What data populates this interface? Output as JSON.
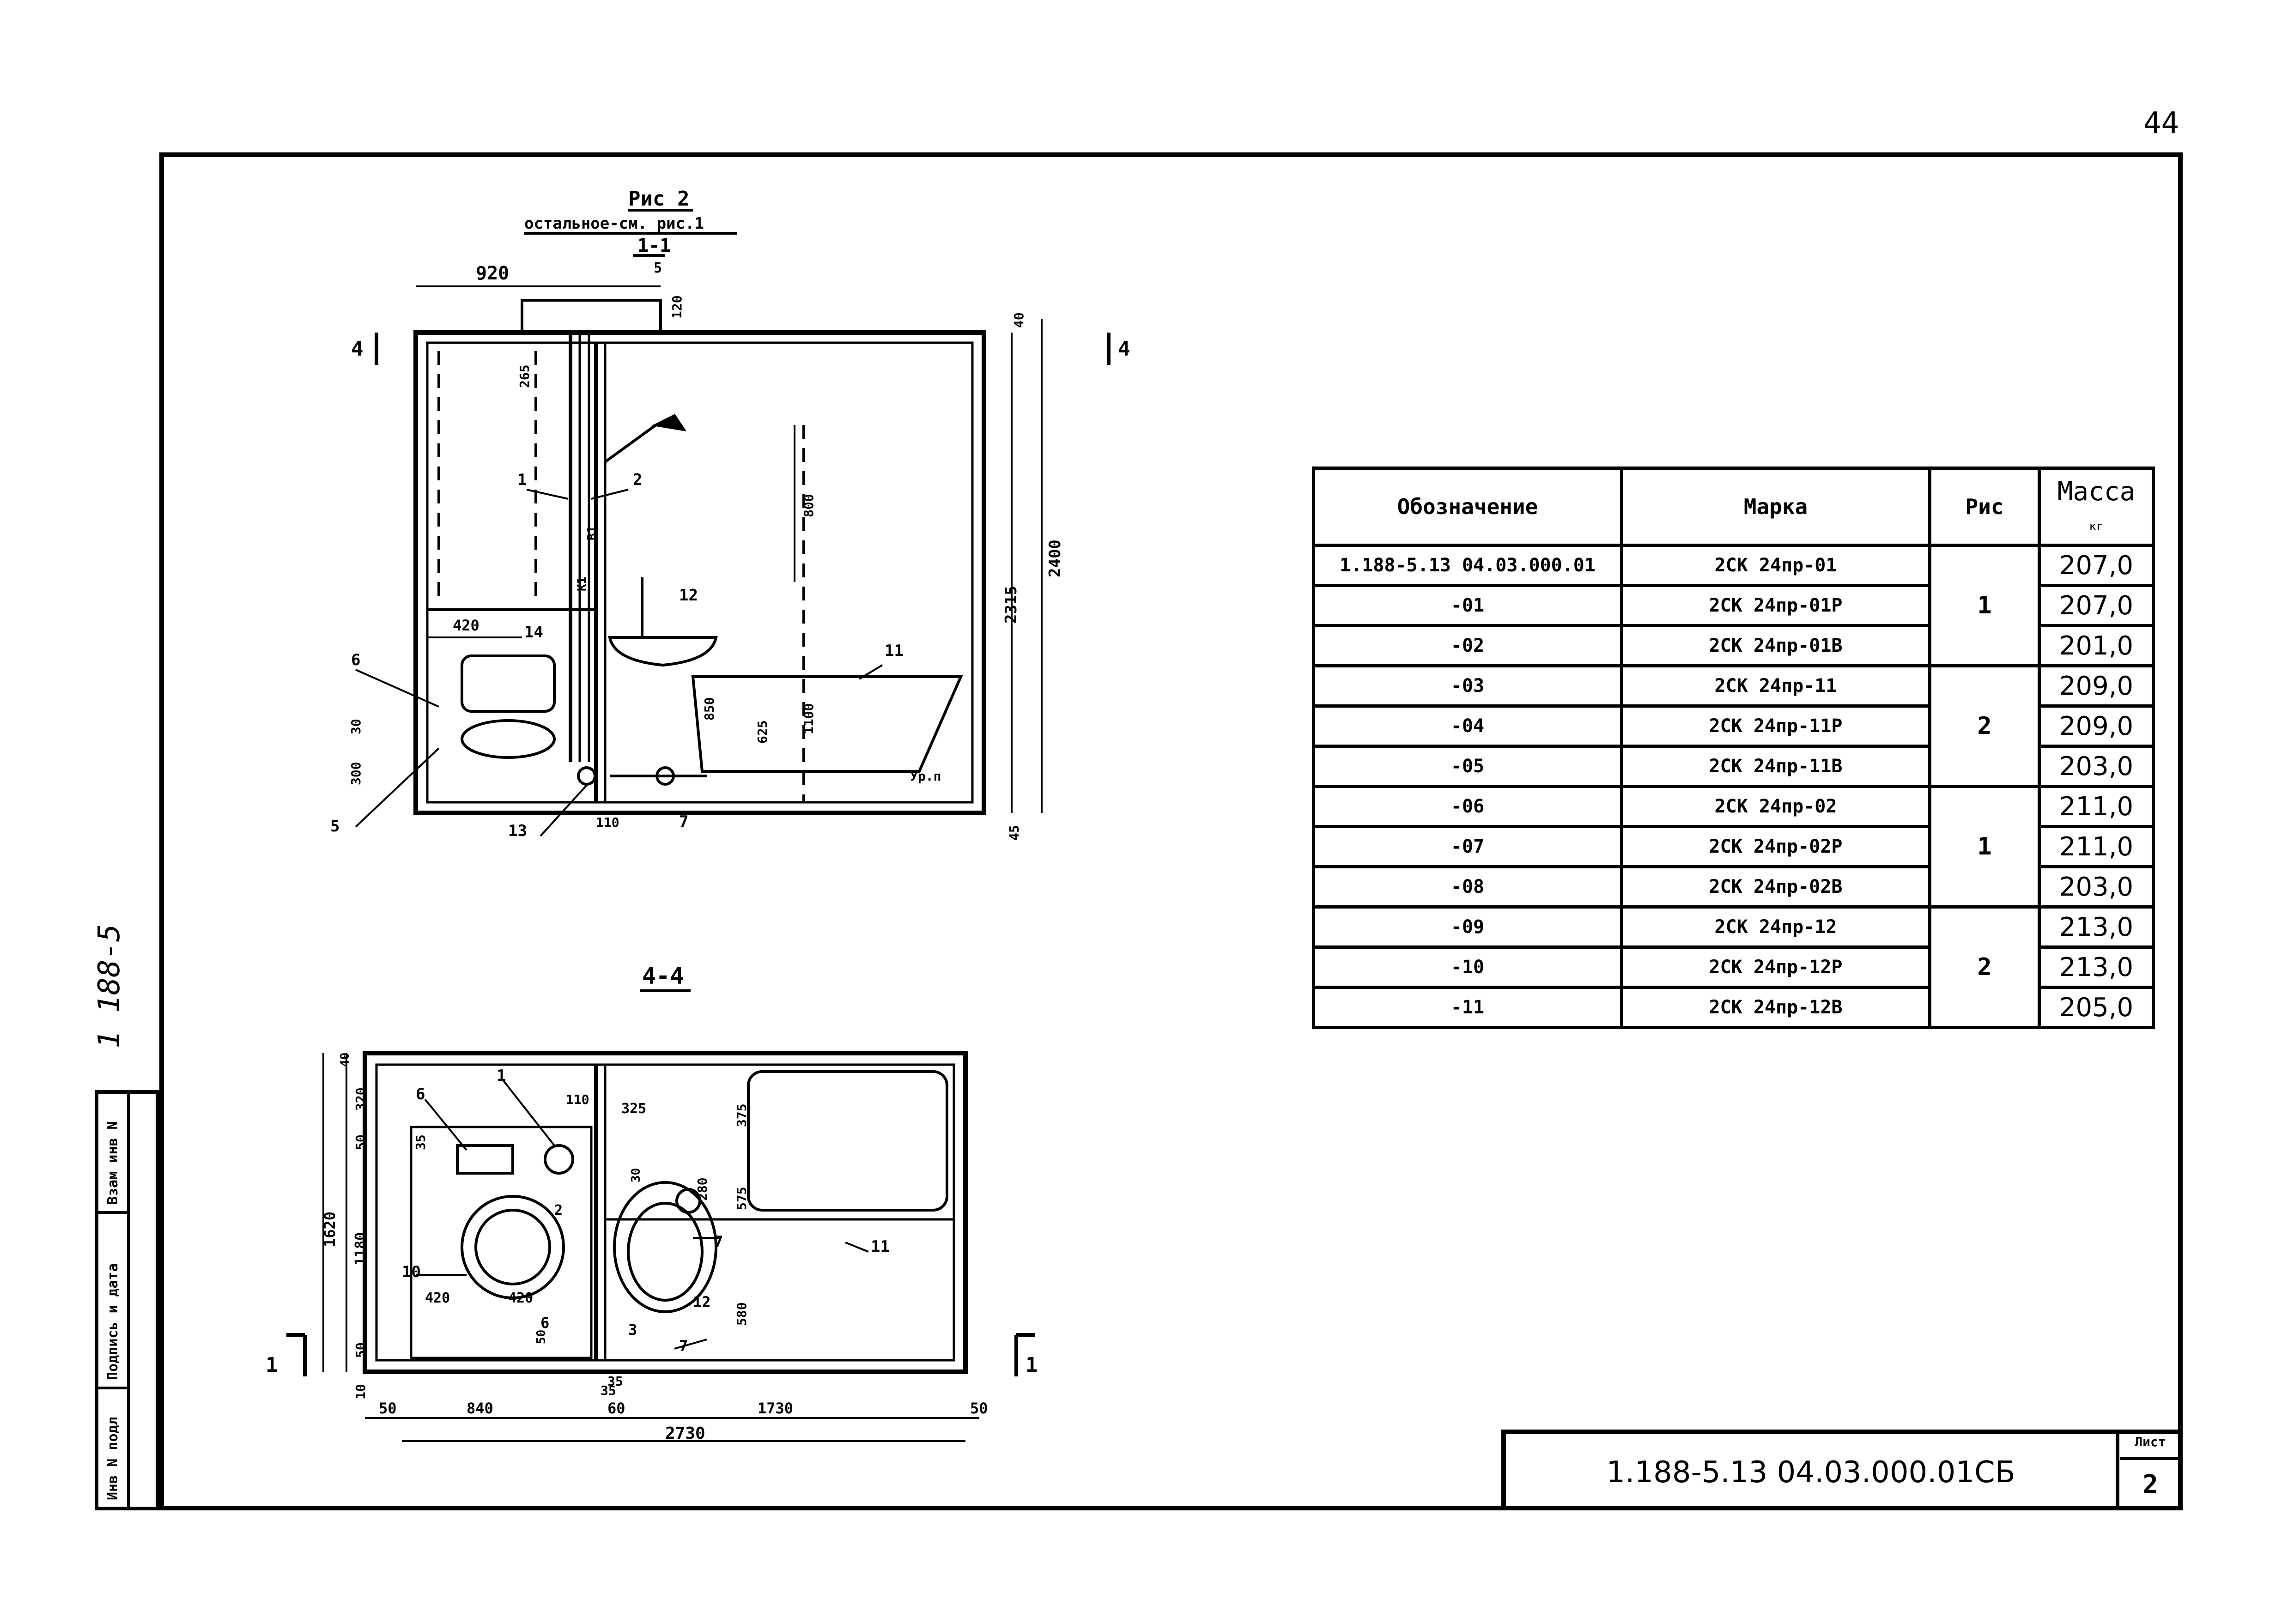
{
  "page_number": "44",
  "series_code": "1 188-5",
  "binding_strip": {
    "inv_orig": "Инв N подл",
    "sign_date": "Подпись и дата",
    "replace_inv": "Взам инв N"
  },
  "drawing": {
    "fig_title": "Рис 2",
    "fig_note": "остальное-см. рис.1",
    "section_1_label": "1-1",
    "section_1_sub": "5",
    "section_4_label": "4-4",
    "section_mark_4": "4",
    "section_mark_1": "1",
    "dims_1_1": {
      "d920": "920",
      "d120": "120",
      "d40": "40",
      "d265": "265",
      "d800": "800",
      "d2315": "2315",
      "d2400": "2400",
      "d420": "420",
      "d850": "850",
      "d625": "625",
      "d1100": "1100",
      "d30": "30",
      "d300": "300",
      "d110": "110",
      "d45": "45",
      "k1": "К1",
      "b1": "В1",
      "floor": "Ур.п"
    },
    "leaders_1_1": {
      "p1": "1",
      "p2": "2",
      "p5": "5",
      "p6": "6",
      "p7": "7",
      "p11": "11",
      "p12": "12",
      "p13": "13",
      "p14": "14"
    },
    "dims_4_4": {
      "d40": "40",
      "d320": "320",
      "d50a": "50",
      "d1620": "1620",
      "d1180": "1180",
      "d50b": "50",
      "d10": "10",
      "d35": "35",
      "d325": "325",
      "d375": "375",
      "d30": "30",
      "d280": "280",
      "d575": "575",
      "d420a": "420",
      "d420b": "420",
      "d580": "580",
      "d50c": "50",
      "d35b": "35",
      "d50l": "50",
      "d840": "840",
      "d60": "60",
      "d1730": "1730",
      "d50r": "50",
      "d2730": "2730",
      "d35c": "35"
    },
    "leaders_4_4": {
      "p1": "1",
      "p2": "2",
      "p3": "3",
      "p6": "6",
      "p6b": "6",
      "p7": "7",
      "p7b": "7",
      "p10": "10",
      "p11": "11",
      "p12": "12",
      "p110": "110"
    }
  },
  "table": {
    "headers": {
      "code": "Обозначение",
      "mark": "Марка",
      "fig": "Рис",
      "mass": "Масса",
      "mass_unit": "кг"
    },
    "rows": [
      {
        "code": "1.188-5.13 04.03.000.01",
        "mark": "2СК 24пр-01",
        "mass": "207,0"
      },
      {
        "code": "-01",
        "mark": "2СК 24пр-01Р",
        "mass": "207,0"
      },
      {
        "code": "-02",
        "mark": "2СК 24пр-01В",
        "mass": "201,0"
      },
      {
        "code": "-03",
        "mark": "2СК 24пр-11",
        "mass": "209,0"
      },
      {
        "code": "-04",
        "mark": "2СК 24пр-11Р",
        "mass": "209,0"
      },
      {
        "code": "-05",
        "mark": "2СК 24пр-11В",
        "mass": "203,0"
      },
      {
        "code": "-06",
        "mark": "2СК 24пр-02",
        "mass": "211,0"
      },
      {
        "code": "-07",
        "mark": "2СК 24пр-02Р",
        "mass": "211,0"
      },
      {
        "code": "-08",
        "mark": "2СК 24пр-02В",
        "mass": "203,0"
      },
      {
        "code": "-09",
        "mark": "2СК 24пр-12",
        "mass": "213,0"
      },
      {
        "code": "-10",
        "mark": "2СК 24пр-12Р",
        "mass": "213,0"
      },
      {
        "code": "-11",
        "mark": "2СК 24пр-12В",
        "mass": "205,0"
      }
    ],
    "fig_groups": [
      "1",
      "2",
      "1",
      "2"
    ]
  },
  "title_block": {
    "doc_number": "1.188-5.13 04.03.000.01СБ",
    "sheet_label": "Лист",
    "sheet_number": "2"
  }
}
